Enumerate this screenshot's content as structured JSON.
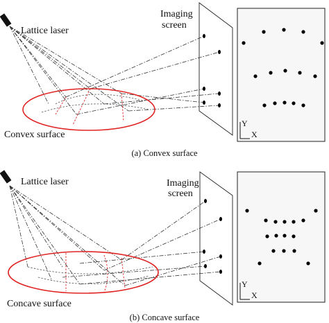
{
  "panel_a": {
    "laser_label": "Lattice laser",
    "screen_label_line1": "Imaging",
    "screen_label_line2": "screen",
    "surface_label": "Convex surface",
    "caption": "(a) Convex surface",
    "axis_y": "Y",
    "axis_x": "X"
  },
  "panel_b": {
    "laser_label": "Lattice laser",
    "screen_label_line1": "Imaging",
    "screen_label_line2": "screen",
    "surface_label": "Concave surface",
    "caption": "(b) Concave surface",
    "axis_y": "Y",
    "axis_x": "X"
  },
  "colors": {
    "surface": "#e02424",
    "rays": "#333333",
    "dots": "#000000"
  }
}
